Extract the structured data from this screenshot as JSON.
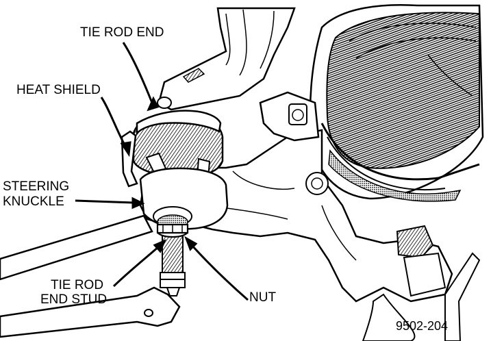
{
  "labels": {
    "tie_rod_end": "TIE ROD END",
    "heat_shield": "HEAT SHIELD",
    "steering_knuckle_line1": "STEERING",
    "steering_knuckle_line2": "KNUCKLE",
    "tie_rod_end_stud_line1": "TIE ROD",
    "tie_rod_end_stud_line2": "END STUD",
    "nut": "NUT"
  },
  "figure_number": "9502-204",
  "colors": {
    "ink": "#000000",
    "paper": "#ffffff",
    "shade": "#555555"
  }
}
